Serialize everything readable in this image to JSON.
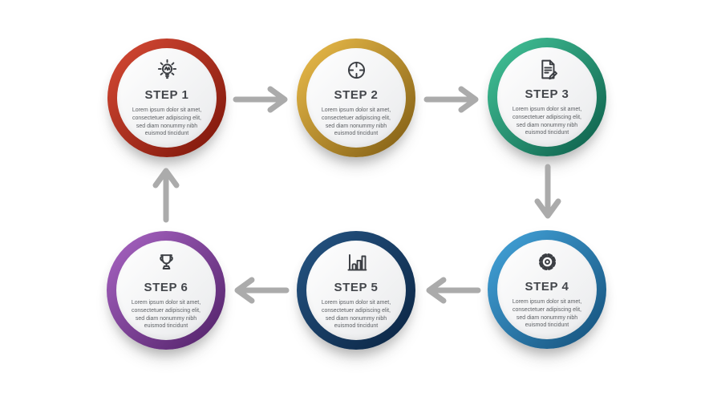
{
  "infographic": {
    "kind": "6-step circular process flow",
    "steps": [
      {
        "number": 1,
        "title": "STEP 1",
        "description": "Lorem ipsum dolor sit amet, consectetuer adipiscing elit, sed diam nonummy nibh euismod tincidunt",
        "icon": "idea-lightbulb-icon",
        "ring": {
          "from": "#d84b36",
          "to": "#7a1408"
        }
      },
      {
        "number": 2,
        "title": "STEP 2",
        "description": "Lorem ipsum dolor sit amet, consectetuer adipiscing elit, sed diam nonummy nibh euismod tincidunt",
        "icon": "target-crosshair-icon",
        "ring": {
          "from": "#eebf4c",
          "to": "#7d5a12"
        }
      },
      {
        "number": 3,
        "title": "STEP 3",
        "description": "Lorem ipsum dolor sit amet, consectetuer adipiscing elit, sed diam nonummy nibh euismod tincidunt",
        "icon": "document-edit-icon",
        "ring": {
          "from": "#45c79b",
          "to": "#0b5b48"
        }
      },
      {
        "number": 4,
        "title": "STEP 4",
        "description": "Lorem ipsum dolor sit amet, consectetuer adipiscing elit, sed diam nonummy nibh euismod tincidunt",
        "icon": "gear-icon",
        "ring": {
          "from": "#45a6dd",
          "to": "#134e78"
        }
      },
      {
        "number": 5,
        "title": "STEP 5",
        "description": "Lorem ipsum dolor sit amet, consectetuer adipiscing elit, sed diam nonummy nibh euismod tincidunt",
        "icon": "bar-chart-icon",
        "ring": {
          "from": "#265685",
          "to": "#0a2341"
        }
      },
      {
        "number": 6,
        "title": "STEP 6",
        "description": "Lorem ipsum dolor sit amet, consectetuer adipiscing elit, sed diam nonummy nibh euismod tincidunt",
        "icon": "trophy-icon",
        "ring": {
          "from": "#aa66c5",
          "to": "#4f1f66"
        }
      }
    ],
    "arrows": [
      {
        "from": 1,
        "to": 2,
        "direction": "right"
      },
      {
        "from": 2,
        "to": 3,
        "direction": "right"
      },
      {
        "from": 3,
        "to": 4,
        "direction": "down"
      },
      {
        "from": 4,
        "to": 5,
        "direction": "left"
      },
      {
        "from": 5,
        "to": 6,
        "direction": "left"
      },
      {
        "from": 6,
        "to": 1,
        "direction": "up"
      }
    ]
  },
  "theme": {
    "background": "#ffffff",
    "arrow_color": "#ababab",
    "icon_color": "#3b3e43",
    "title_color": "#43464b",
    "description_color": "#5c5f63",
    "inner_from": "#ffffff",
    "inner_to": "#e9eaec"
  }
}
